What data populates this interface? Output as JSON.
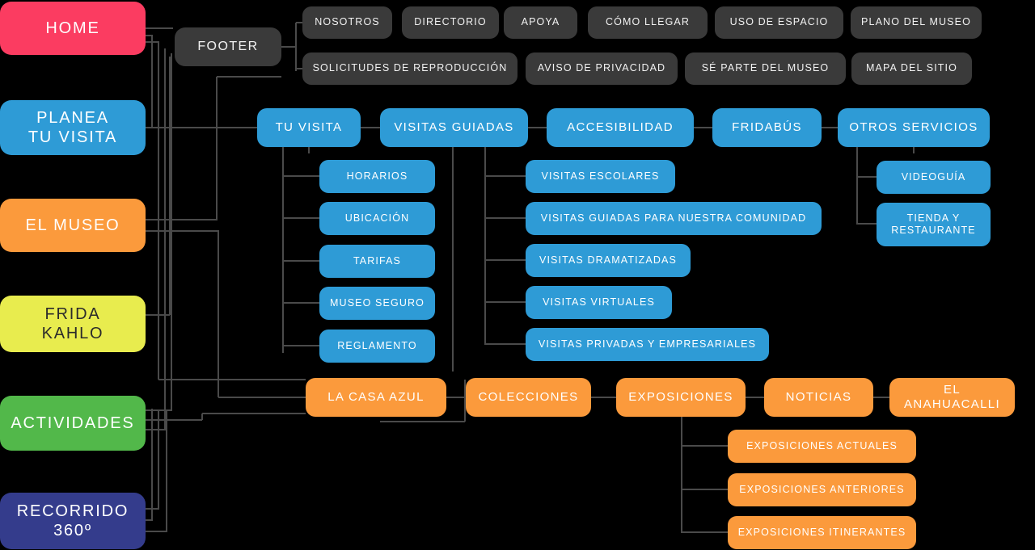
{
  "diagram": {
    "title": "Mapa de sitio - Museo Frida Kahlo",
    "background": "#000000",
    "line_color": "#4a4a4a",
    "palette": {
      "home_pink": "#fb3c61",
      "planea_blue": "#2e9bd6",
      "museo_orange": "#fb9a3c",
      "frida_yellow": "#e8ec4e",
      "actividades_green": "#52b84a",
      "recorrido_navy": "#343c8c",
      "footer_dark": "#3a3a3a"
    }
  },
  "main_nav": [
    {
      "id": "home",
      "label": "HOME"
    },
    {
      "id": "planea",
      "label": "PLANEA\nTU VISITA"
    },
    {
      "id": "museo",
      "label": "EL MUSEO"
    },
    {
      "id": "frida",
      "label": "FRIDA\nKAHLO"
    },
    {
      "id": "actividades",
      "label": "ACTIVIDADES"
    },
    {
      "id": "recorrido",
      "label": "RECORRIDO\n360º"
    }
  ],
  "footer": {
    "label": "FOOTER",
    "links_row1": [
      {
        "label": "NOSOTROS"
      },
      {
        "label": "DIRECTORIO"
      },
      {
        "label": "APOYA"
      },
      {
        "label": "CÓMO LLEGAR"
      },
      {
        "label": "USO DE ESPACIO"
      },
      {
        "label": "PLANO DEL MUSEO"
      }
    ],
    "links_row2": [
      {
        "label": "SOLICITUDES DE REPRODUCCIÓN"
      },
      {
        "label": "AVISO DE PRIVACIDAD"
      },
      {
        "label": "SÉ PARTE DEL MUSEO"
      },
      {
        "label": "MAPA DEL SITIO"
      }
    ]
  },
  "blue_sections": [
    {
      "id": "tu-visita",
      "label": "TU VISITA"
    },
    {
      "id": "visitas-guiadas",
      "label": "VISITAS GUIADAS"
    },
    {
      "id": "accesibilidad",
      "label": "ACCESIBILIDAD"
    },
    {
      "id": "fridabus",
      "label": "FRIDABÚS"
    },
    {
      "id": "otros-servicios",
      "label": "OTROS SERVICIOS"
    }
  ],
  "tu_visita_children": [
    {
      "label": "HORARIOS"
    },
    {
      "label": "UBICACIÓN"
    },
    {
      "label": "TARIFAS"
    },
    {
      "label": "MUSEO SEGURO"
    },
    {
      "label": "REGLAMENTO"
    }
  ],
  "visitas_guiadas_children": [
    {
      "label": "VISITAS ESCOLARES"
    },
    {
      "label": "VISITAS GUIADAS PARA NUESTRA COMUNIDAD"
    },
    {
      "label": "VISITAS DRAMATIZADAS"
    },
    {
      "label": "VISITAS VIRTUALES"
    },
    {
      "label": "VISITAS PRIVADAS Y EMPRESARIALES"
    }
  ],
  "otros_servicios_children": [
    {
      "label": "VIDEOGUÍA"
    },
    {
      "label": "TIENDA Y\nRESTAURANTE"
    }
  ],
  "orange_sections": [
    {
      "id": "la-casa-azul",
      "label": "LA CASA AZUL"
    },
    {
      "id": "colecciones",
      "label": "COLECCIONES"
    },
    {
      "id": "exposiciones",
      "label": "EXPOSICIONES"
    },
    {
      "id": "noticias",
      "label": "NOTICIAS"
    },
    {
      "id": "el-anahuacalli",
      "label": "EL ANAHUACALLI"
    }
  ],
  "exposiciones_children": [
    {
      "label": "EXPOSICIONES ACTUALES"
    },
    {
      "label": "EXPOSICIONES ANTERIORES"
    },
    {
      "label": "EXPOSICIONES ITINERANTES"
    }
  ]
}
